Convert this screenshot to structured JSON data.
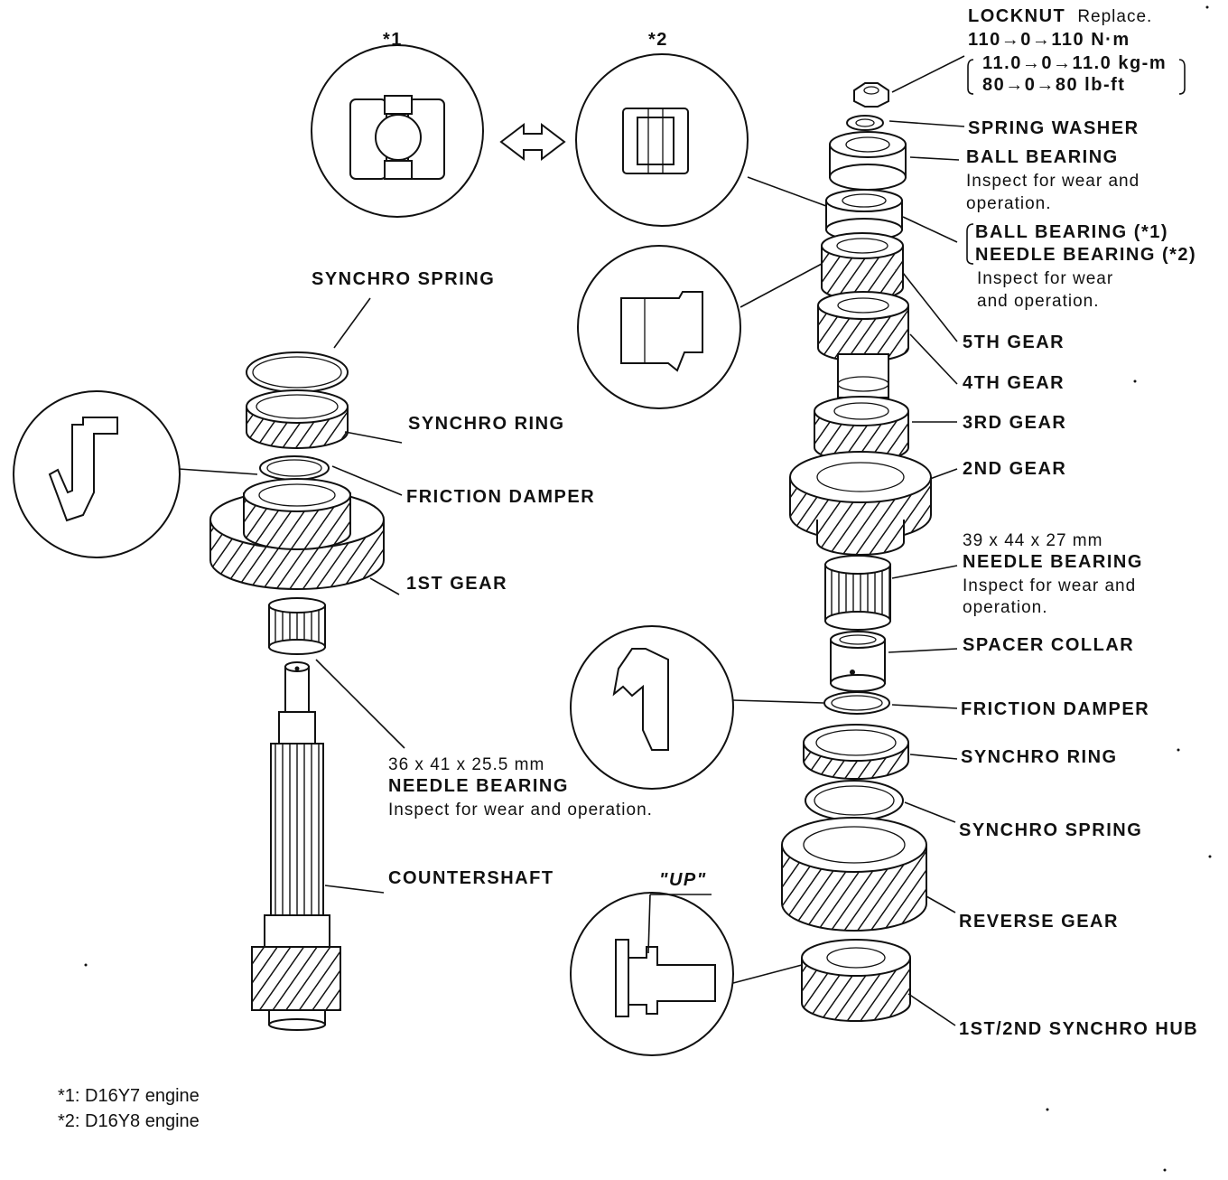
{
  "callout_markers": {
    "one": "*1",
    "two": "*2",
    "up": "\"UP\""
  },
  "labels": {
    "locknut": "LOCKNUT",
    "locknut_note": "Replace.",
    "torque_nm": "110→0→110 N·m",
    "torque_kgm": "11.0→0→11.0 kg-m",
    "torque_lbft": "80→0→80 lb-ft",
    "spring_washer": "SPRING WASHER",
    "ball_bearing_top": "BALL BEARING",
    "ball_bearing_top_note_1": "Inspect for wear and",
    "ball_bearing_top_note_2": "operation.",
    "ball_bearing_1": "BALL BEARING (*1)",
    "needle_bearing_2": "NEEDLE BEARING (*2)",
    "bearing_note_1": "Inspect for wear",
    "bearing_note_2": "and operation.",
    "gear_5th": "5TH GEAR",
    "gear_4th": "4TH GEAR",
    "gear_3rd": "3RD GEAR",
    "gear_2nd": "2ND GEAR",
    "nb_right_size": "39 x 44 x 27 mm",
    "nb_right_name": "NEEDLE BEARING",
    "nb_right_note_1": "Inspect for wear and",
    "nb_right_note_2": "operation.",
    "spacer_collar": "SPACER COLLAR",
    "friction_damper_right": "FRICTION DAMPER",
    "synchro_ring_right": "SYNCHRO RING",
    "synchro_spring_right": "SYNCHRO SPRING",
    "reverse_gear": "REVERSE GEAR",
    "synchro_hub": "1ST/2ND SYNCHRO HUB",
    "synchro_spring_left": "SYNCHRO SPRING",
    "synchro_ring_left": "SYNCHRO RING",
    "friction_damper_left": "FRICTION DAMPER",
    "gear_1st": "1ST GEAR",
    "nb_left_size": "36 x 41 x 25.5 mm",
    "nb_left_name": "NEEDLE BEARING",
    "nb_left_note": "Inspect for wear and operation.",
    "countershaft": "COUNTERSHAFT"
  },
  "footnotes": {
    "one": "*1: D16Y7 engine",
    "two": "*2: D16Y8 engine"
  },
  "colors": {
    "ink": "#111111",
    "paper": "#ffffff"
  }
}
